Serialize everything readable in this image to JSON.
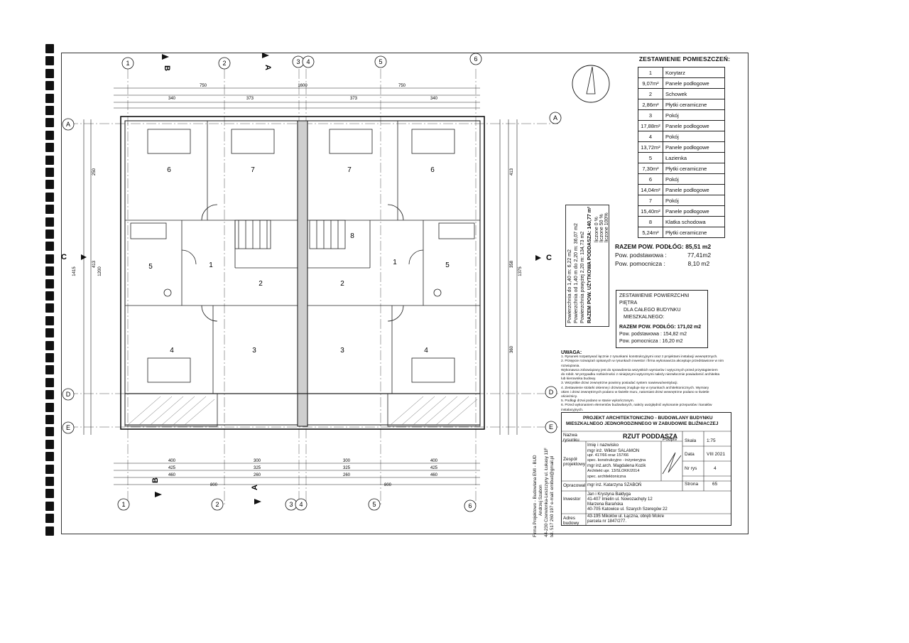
{
  "legend": {
    "title": "ZESTAWIENIE POMIESZCZEŃ:",
    "rooms": [
      {
        "no": "1",
        "name": "Korytarz",
        "area": "9,07m²",
        "finish": "Panele podłogowe"
      },
      {
        "no": "2",
        "name": "Schowek",
        "area": "2,86m²",
        "finish": "Płytki ceramiczne"
      },
      {
        "no": "3",
        "name": "Pokój",
        "area": "17,88m²",
        "finish": "Panele podłogowe"
      },
      {
        "no": "4",
        "name": "Pokój",
        "area": "13,72m²",
        "finish": "Panele podłogowe"
      },
      {
        "no": "5",
        "name": "Łazienka",
        "area": "7,30m²",
        "finish": "Płytki ceramiczne"
      },
      {
        "no": "6",
        "name": "Pokój",
        "area": "14,04m²",
        "finish": "Panele podłogowe"
      },
      {
        "no": "7",
        "name": "Pokój",
        "area": "15,40m²",
        "finish": "Panele podłogowe"
      },
      {
        "no": "8",
        "name": "Klatka schodowa",
        "area": "5,24m²",
        "finish": "Płytki ceramiczne"
      }
    ],
    "total_label": "RAZEM POW. PODŁÓG:",
    "total_value": "85,51 m2",
    "basic_label": "Pow. podstawowa :",
    "basic_value": "77,41m2",
    "aux_label": "Pow. pomocnicza :",
    "aux_value": "8,10 m2"
  },
  "floor_summary": {
    "title1": "ZESTAWIENIE POWIERZCHNI PIĘTRA",
    "title2": "DLA CAŁEGO BUDYNKU",
    "title3": "MIESZKALNEGO:",
    "total_label": "RAZEM POW. PODŁÓG:",
    "total_value": "171,02 m2",
    "basic_label": "Pow. podstawowa :",
    "basic_value": "154,82 m2",
    "aux_label": "Pow. pomocnicza :",
    "aux_value": "16,20 m2"
  },
  "heights": {
    "h1": "Powierzchnia do 1,40 m: 6,22 m2",
    "h2": "Powierzchnia od 1,40 m do 2,20 m: 36,07 m2",
    "h3": "Powierzchnia powyżej 2,20 m: 134,73 m2",
    "h4": "RAZEM POW. UŻYTKOWA PODDASZA: 140,77 m²",
    "c1": "liczone 0 %",
    "c2": "liczone 50 %",
    "c3": "liczone 100%"
  },
  "notes": {
    "title": "UWAGA:",
    "lines": [
      "1. Rysunek rozpatrywać łącznie z rysunkami konstrukcyjnymi oraz z projektami instalacji wewnętrznych.",
      "2. Przejęcie rozwiązań opisanych w rysunkach inwestor i firma wykonawcza akceptuje przedstawione w nim rozwiązania.",
      "   Wykonawca zobowiązany jest do sprawdzenia wszystkich wymiarów i wytycznych przed przystąpieniem",
      "   do robót. W przypadku rozbieżności z niniejszymi wytycznymi należy niezwłocznie powiadomić architekta",
      "   lub kierownika budowy.",
      "3. Wszystkie drzwi zewnętrzne powinny posiadać system nawiewu/wentylacji.",
      "4. Zestawienie stolarki okiennej i drzwiowej znajduje się w rysunkach architektonicznych. Wymiary",
      "   okien i drzwi zewnętrznych podano w świetle muru, natomiast drzwi wewnętrzne podano w świetle",
      "   ościeżnicy.",
      "5. Podłogi drzwi podano w stanie wykończonym.",
      "6. Przed wykonaniem elementów budowlanych, należy uwzględnić wykonanie przepustów i kanałów",
      "   instalacyjnych."
    ]
  },
  "title_block": {
    "project_line1": "PROJEKT ARCHITEKTONICZNO - BUDOWLANY BUDYNKU",
    "project_line2": "MIESZKALNEGO JEDNORODZINNEGO W ZABUDOWIE BLIŹNIACZEJ",
    "drawing_title": "RZUT PODDASZA",
    "label_name": "Nazwa rysunku",
    "label_team": "Zespół projektowy",
    "label_drafted": "Opracował",
    "label_investor": "Inwestor",
    "label_address": "Adres budowy",
    "col_name": "Imię i nazwisko",
    "col_sign": "Podpis",
    "p1_name": "mgr inż. Wiktor SALAMON",
    "p1_lic": "upr. 417/66 oraz 157/66",
    "p1_spec": "spec. konstrukcyjno - inżynieryjna",
    "p2_name": "mgr inż.arch. Magdalena Kozik",
    "p2_lic": "Architekt    upr. 13/SLOKK/2014",
    "p2_spec": "spec. architektoniczna",
    "p3_name": "mgr inż. Katarzyna SZABOŃ",
    "inv1": "Jan i Krystyna Bałdyga",
    "inv2": "41-407 Imielin ul. Nowozachęty 12",
    "inv3": "Marzena Barańska",
    "inv4": "40-705 Katowice ul. Szarych Szeregów 22",
    "addr1": "43-195 Mikołów ul. Łączna, obręb Mokre",
    "addr2": "parcela nr 1847/277.",
    "scale_label": "Skala",
    "scale_value": "1:75",
    "date_label": "Data",
    "date_value": "VIII 2021",
    "sheet_label": "Nr rys",
    "sheet_value": "4",
    "page_label": "Strona",
    "page_value": "65"
  },
  "stamp": {
    "l1": "Firma Projektowo - Budowlana EMI - BUD",
    "l2": "Andrzej Szabon",
    "l3": "44-230 Czerwionka-Leszczyny ul. Łukasy 11F",
    "l4": "tel. 517 260 197 e-mail: emibud@gmail.pl"
  },
  "plan": {
    "axes_top": [
      "1",
      "2",
      "3",
      "4",
      "5",
      "6"
    ],
    "rows": [
      "A",
      "C",
      "D",
      "E"
    ],
    "section_b": "B",
    "section_a": "A",
    "section_c": "C",
    "top_dims_1": [
      "750",
      "1600",
      "750"
    ],
    "top_dims_2": [
      "340",
      "373",
      "373",
      "340"
    ],
    "bottom_dims_1": [
      "400",
      "300",
      "300",
      "400"
    ],
    "bottom_dims_2": [
      "425",
      "325",
      "325",
      "425"
    ],
    "bottom_dims_3": [
      "460",
      "260",
      "260",
      "460"
    ],
    "bottom_dims_4": [
      "800",
      "800"
    ],
    "room_labels": [
      "6",
      "7",
      "7",
      "6",
      "5",
      "1",
      "8",
      "1",
      "5",
      "2",
      "2",
      "4",
      "3",
      "3",
      "4"
    ],
    "right_dims": [
      "413",
      "358",
      "360",
      "1375"
    ],
    "left_dims": [
      "250",
      "413",
      "1200",
      "1415"
    ]
  }
}
